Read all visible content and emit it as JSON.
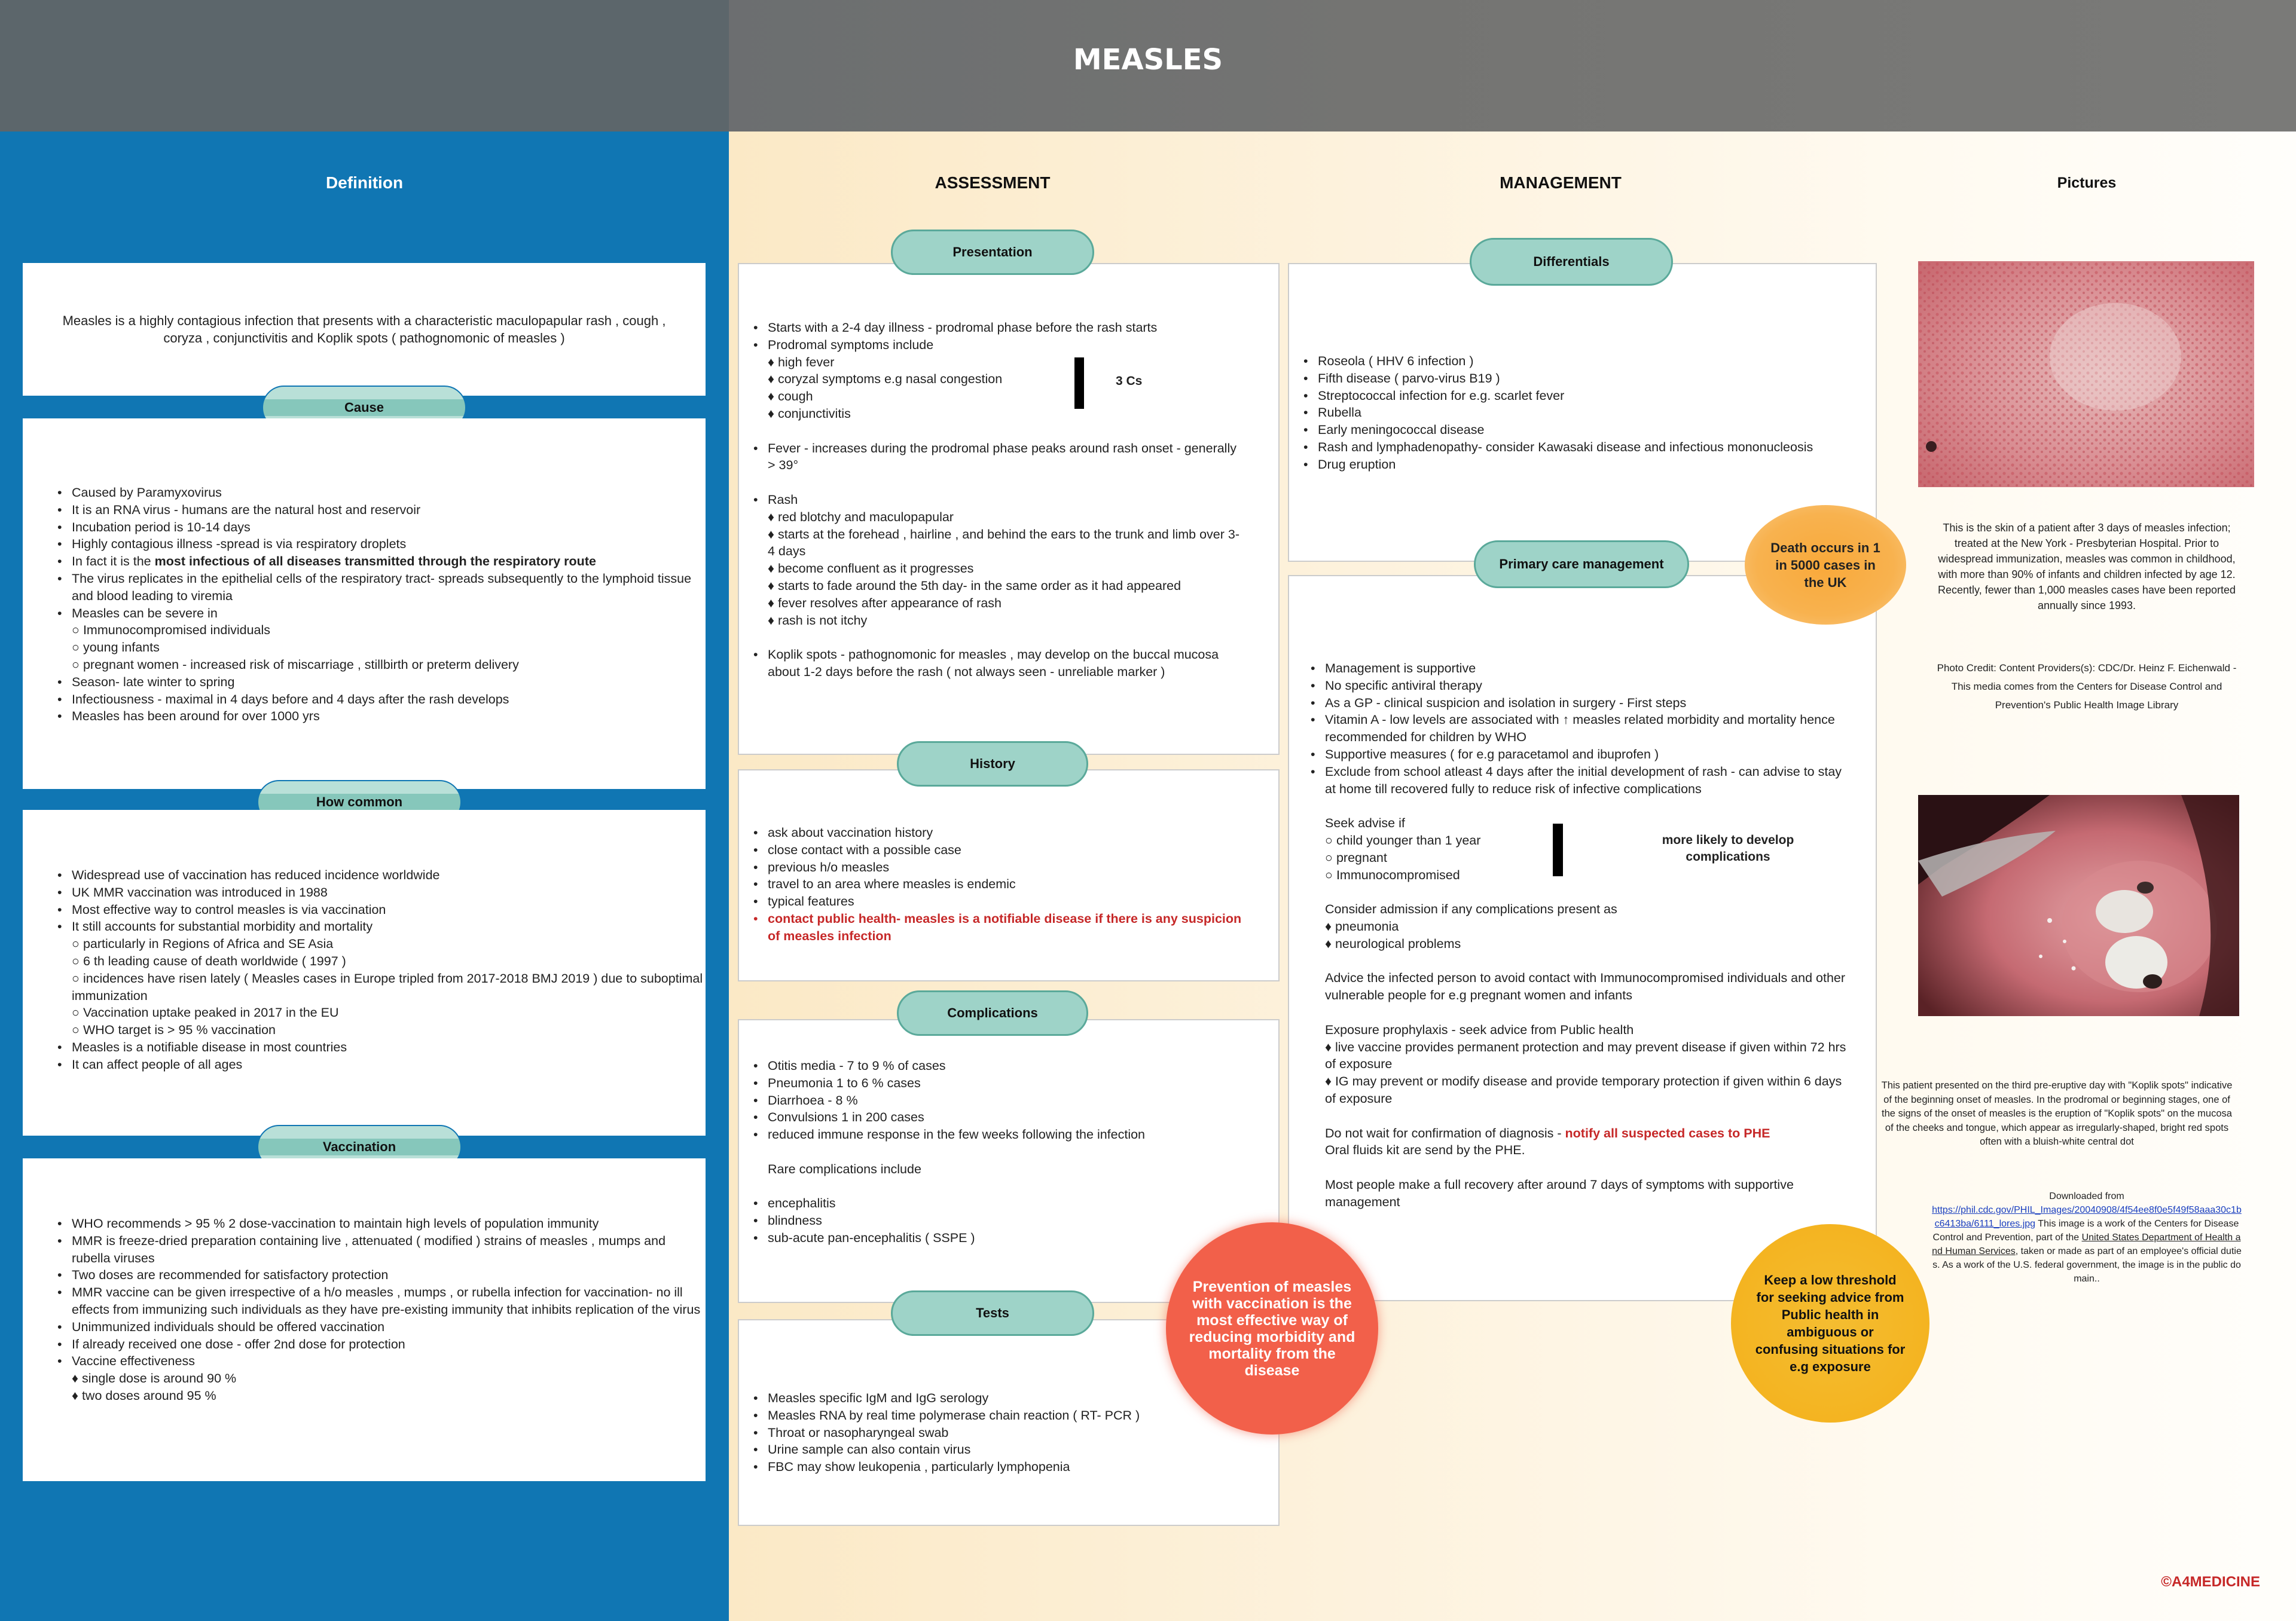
{
  "title": "MEASLES",
  "columns": {
    "definition": "Definition",
    "assessment": "ASSESSMENT",
    "management": "MANAGEMENT",
    "pictures": "Pictures"
  },
  "definition_text": "Measles  is a highly contagious infection that  presents with a characteristic maculopapular rash , cough , coryza , conjunctivitis and Koplik spots ( pathognomonic of measles )",
  "cause": {
    "label": "Cause",
    "items": [
      {
        "t": "Caused by Paramyxovirus",
        "k": "b"
      },
      {
        "t": "It is an RNA virus - humans are the natural host and reservoir",
        "k": "b"
      },
      {
        "t": "Incubation period is 10-14 days",
        "k": "b"
      },
      {
        "t": "Highly contagious illness -spread is via respiratory droplets",
        "k": "b"
      },
      {
        "t": "In fact it is the ",
        "k": "b",
        "bold": "most infectious of all diseases transmitted through the respiratory route"
      },
      {
        "t": "The virus replicates in the epithelial cells of the respiratory tract- spreads subsequently to the lymphoid tissue and blood leading to viremia",
        "k": "b"
      },
      {
        "t": "Measles can be severe in",
        "k": "b"
      },
      {
        "t": "○ Immunocompromised individuals",
        "k": "s"
      },
      {
        "t": "○ young infants",
        "k": "s"
      },
      {
        "t": "○ pregnant women - increased risk of miscarriage , stillbirth or preterm delivery",
        "k": "s"
      },
      {
        "t": "Season- late winter to spring",
        "k": "b"
      },
      {
        "t": "Infectiousness - maximal in 4 days before and 4 days after the rash develops",
        "k": "b"
      },
      {
        "t": "Measles has been around for over 1000 yrs",
        "k": "b"
      }
    ]
  },
  "how_common": {
    "label": "How common",
    "items": [
      {
        "t": "Widespread use of vaccination has reduced incidence worldwide",
        "k": "b"
      },
      {
        "t": "UK MMR vaccination was introduced in 1988",
        "k": "b"
      },
      {
        "t": "Most effective way to control measles is via vaccination",
        "k": "b"
      },
      {
        "t": "It still accounts for substantial morbidity and mortality",
        "k": "b"
      },
      {
        "t": "○ particularly in Regions of Africa and SE Asia",
        "k": "s"
      },
      {
        "t": "○ 6 th leading cause of death worldwide ( 1997 )",
        "k": "s"
      },
      {
        "t": "○ incidences have risen lately ( Measles cases in Europe tripled from 2017-2018 BMJ 2019 ) due to suboptimal immunization",
        "k": "s"
      },
      {
        "t": "○ Vaccination uptake peaked in 2017 in the EU",
        "k": "s"
      },
      {
        "t": "○ WHO target is > 95 % vaccination",
        "k": "s"
      },
      {
        "t": "Measles is a notifiable disease in most countries",
        "k": "b"
      },
      {
        "t": "It can affect people of all ages",
        "k": "b"
      }
    ]
  },
  "vaccination": {
    "label": "Vaccination",
    "items": [
      {
        "t": "WHO recommends > 95 %  2 dose-vaccination to maintain high levels of population immunity",
        "k": "b"
      },
      {
        "t": "MMR is freeze-dried preparation containing live , attenuated ( modified ) strains of measles , mumps and rubella viruses",
        "k": "b"
      },
      {
        "t": "Two doses are recommended for satisfactory protection",
        "k": "b"
      },
      {
        "t": "MMR vaccine can be given irrespective of a h/o measles , mumps , or rubella infection for vaccination- no ill effects from immunizing such individuals as they have pre-existing immunity that inhibits replication of the virus",
        "k": "b"
      },
      {
        "t": "Unimmunized individuals should be offered vaccination",
        "k": "b"
      },
      {
        "t": "If already received one dose - offer 2nd dose for protection",
        "k": "b"
      },
      {
        "t": "Vaccine effectiveness",
        "k": "b"
      },
      {
        "t": "♦ single dose is around 90 %",
        "k": "s"
      },
      {
        "t": "♦ two doses around 95 %",
        "k": "s"
      }
    ]
  },
  "presentation": {
    "label": "Presentation",
    "three_cs": "3 Cs",
    "items": [
      {
        "t": "Starts with a 2-4 day illness - prodromal phase before the rash starts",
        "k": "b"
      },
      {
        "t": "Prodromal symptoms include",
        "k": "b"
      },
      {
        "t": "♦ high fever",
        "k": "s"
      },
      {
        "t": "♦ coryzal symptoms e.g nasal congestion",
        "k": "s"
      },
      {
        "t": "♦ cough",
        "k": "s"
      },
      {
        "t": "♦ conjunctivitis",
        "k": "s"
      },
      {
        "t": "",
        "k": "g"
      },
      {
        "t": "Fever - increases during the prodromal phase peaks around rash onset - generally > 39°",
        "k": "b"
      },
      {
        "t": "",
        "k": "g"
      },
      {
        "t": "Rash",
        "k": "b"
      },
      {
        "t": "♦ red blotchy and maculopapular",
        "k": "s"
      },
      {
        "t": "♦ starts at the forehead , hairline , and behind the ears to the trunk and limb over 3-4 days",
        "k": "s"
      },
      {
        "t": "♦ become confluent as it progresses",
        "k": "s"
      },
      {
        "t": "♦ starts to fade around the 5th day- in the same order as it had appeared",
        "k": "s"
      },
      {
        "t": "♦ fever resolves after appearance of rash",
        "k": "s"
      },
      {
        "t": "♦ rash is not itchy",
        "k": "s"
      },
      {
        "t": "",
        "k": "g"
      },
      {
        "t": "Koplik spots - pathognomonic for measles , may develop on the buccal mucosa about 1-2 days before the rash ( not always seen - unreliable marker  )",
        "k": "b"
      }
    ]
  },
  "history": {
    "label": "History",
    "items": [
      {
        "t": "ask about vaccination history",
        "k": "b"
      },
      {
        "t": "close contact with a possible case",
        "k": "b"
      },
      {
        "t": "previous h/o measles",
        "k": "b"
      },
      {
        "t": "travel to an area where measles is endemic",
        "k": "b"
      },
      {
        "t": "typical features",
        "k": "b"
      },
      {
        "t": "contact public health- measles is a notifiable disease if there is any suspicion of measles infection",
        "k": "r"
      }
    ]
  },
  "complications": {
    "label": "Complications",
    "items": [
      {
        "t": "Otitis media - 7 to 9 % of cases",
        "k": "b"
      },
      {
        "t": "Pneumonia 1 to 6 % cases",
        "k": "b"
      },
      {
        "t": "Diarrhoea - 8 %",
        "k": "b"
      },
      {
        "t": "Convulsions 1 in 200 cases",
        "k": "b"
      },
      {
        "t": "reduced immune response in the few weeks following the infection",
        "k": "b"
      },
      {
        "t": "",
        "k": "g"
      },
      {
        "t": "Rare complications include",
        "k": "s"
      },
      {
        "t": "",
        "k": "g"
      },
      {
        "t": "encephalitis",
        "k": "b"
      },
      {
        "t": "blindness",
        "k": "b"
      },
      {
        "t": "sub-acute pan-encephalitis ( SSPE )",
        "k": "b"
      }
    ]
  },
  "tests": {
    "label": "Tests",
    "items": [
      {
        "t": "Measles specific IgM and IgG serology",
        "k": "b"
      },
      {
        "t": "Measles RNA by real time polymerase chain reaction ( RT- PCR )",
        "k": "b"
      },
      {
        "t": "Throat or nasopharyngeal swab",
        "k": "b"
      },
      {
        "t": "Urine sample can also contain virus",
        "k": "b"
      },
      {
        "t": "FBC may show leukopenia , particularly lymphopenia",
        "k": "b"
      }
    ]
  },
  "differentials": {
    "label": "Differentials",
    "items": [
      {
        "t": "Roseola ( HHV 6 infection )",
        "k": "b"
      },
      {
        "t": "Fifth disease ( parvo-virus B19 )",
        "k": "b"
      },
      {
        "t": "Streptococcal infection for e.g. scarlet fever",
        "k": "b"
      },
      {
        "t": "Rubella",
        "k": "b"
      },
      {
        "t": "Early meningococcal disease",
        "k": "b"
      },
      {
        "t": "Rash and lymphadenopathy- consider Kawasaki disease and infectious mononucleosis",
        "k": "b"
      },
      {
        "t": "Drug eruption",
        "k": "b"
      }
    ]
  },
  "primary_care": {
    "label": "Primary care management",
    "likely_label": "more likely to develop complications",
    "items": [
      {
        "t": "Management is supportive",
        "k": "b"
      },
      {
        "t": "No specific antiviral therapy",
        "k": "b"
      },
      {
        "t": "As a GP  - clinical suspicion and isolation in surgery - First steps",
        "k": "b"
      },
      {
        "t": "Vitamin A - low levels are associated with ↑ measles related morbidity and mortality hence recommended for children by WHO",
        "k": "b"
      },
      {
        "t": "Supportive measures ( for e.g paracetamol and ibuprofen )",
        "k": "b"
      },
      {
        "t": "Exclude from school atleast 4 days after the initial development of rash - can advise to stay at home till recovered fully to reduce risk of infective complications",
        "k": "b"
      },
      {
        "t": "",
        "k": "g"
      },
      {
        "t": "Seek advise if",
        "k": "s"
      },
      {
        "t": "○ child younger than 1 year",
        "k": "s"
      },
      {
        "t": "○ pregnant",
        "k": "s"
      },
      {
        "t": "○ Immunocompromised",
        "k": "s"
      },
      {
        "t": "",
        "k": "g"
      },
      {
        "t": "Consider admission if  any complications present as",
        "k": "s"
      },
      {
        "t": "♦ pneumonia",
        "k": "s"
      },
      {
        "t": "♦ neurological problems",
        "k": "s"
      },
      {
        "t": "",
        "k": "g"
      },
      {
        "t": "Advice the infected person to avoid contact with Immunocompromised individuals and other vulnerable people for e.g pregnant women and infants",
        "k": "s"
      },
      {
        "t": "",
        "k": "g"
      },
      {
        "t": "Exposure prophylaxis - seek advice from Public health",
        "k": "s"
      },
      {
        "t": "♦ live vaccine provides permanent protection and may prevent disease if given within 72 hrs of exposure",
        "k": "s"
      },
      {
        "t": "♦ IG may prevent or modify disease and provide temporary protection if given within 6 days of exposure",
        "k": "s"
      },
      {
        "t": "",
        "k": "g"
      },
      {
        "t": "Do not wait for confirmation of diagnosis - ",
        "k": "s",
        "red": "notify all suspected cases to PHE"
      },
      {
        "t": "Oral fluids kit are send by  the PHE.",
        "k": "s"
      },
      {
        "t": "",
        "k": "g"
      },
      {
        "t": "Most people make a full recovery after around 7 days of symptoms with supportive management",
        "k": "s"
      }
    ]
  },
  "circles": {
    "death": "Death occurs in 1 in 5000 cases in the UK",
    "prevention": "Prevention of measles with vaccination is the  most effective way of reducing morbidity and mortality from the disease",
    "threshold": "Keep a low threshold for seeking advice from Public health in ambiguous or confusing situations for e.g exposure"
  },
  "pictures": {
    "cap1": "This is the skin of a patient after 3 days of measles infection; treated at the New York - Presbyterian Hospital. Prior to widespread immunization, measles was common in childhood, with more than 90% of infants and children infected by age 12. Recently, fewer than 1,000 measles cases have been reported annually since 1993.",
    "credit1": "Photo Credit: Content Providers(s): CDC/Dr. Heinz F. Eichenwald - This media comes from the Centers for Disease Control and Prevention's Public Health Image Library",
    "cap2": "This patient presented on the third pre-eruptive day with \"Koplik spots\" indicative of the beginning onset of measles. In the prodromal or beginning stages, one of the signs of the onset of measles is the eruption of \"Koplik spots\" on the mucosa of the cheeks and tongue, which appear as irregularly-shaped, bright red spots often with a bluish-white central dot",
    "downloaded": "Downloaded from",
    "link": "https://phil.cdc.gov/PHIL_Images/20040908/4f54ee8f0e5f49f58aaa30c1bc6413ba/6111_lores.jpg",
    "credit2a": " This image is a work of the Centers for Disease Control and Prevention, part of the ",
    "credit2b": "United States Department of Health and Human Services",
    "credit2c": ", taken or made as part of an employee's official duties. As a work of the U.S. federal government, the image is in the public domain.."
  },
  "copyright": "©A4MEDICINE",
  "colors": {
    "left": "#1076b3",
    "pill": "#9ed3c8",
    "red": "#c62828",
    "orange": "#f8a935",
    "coral": "#f2604a",
    "yellow": "#f5b520"
  }
}
